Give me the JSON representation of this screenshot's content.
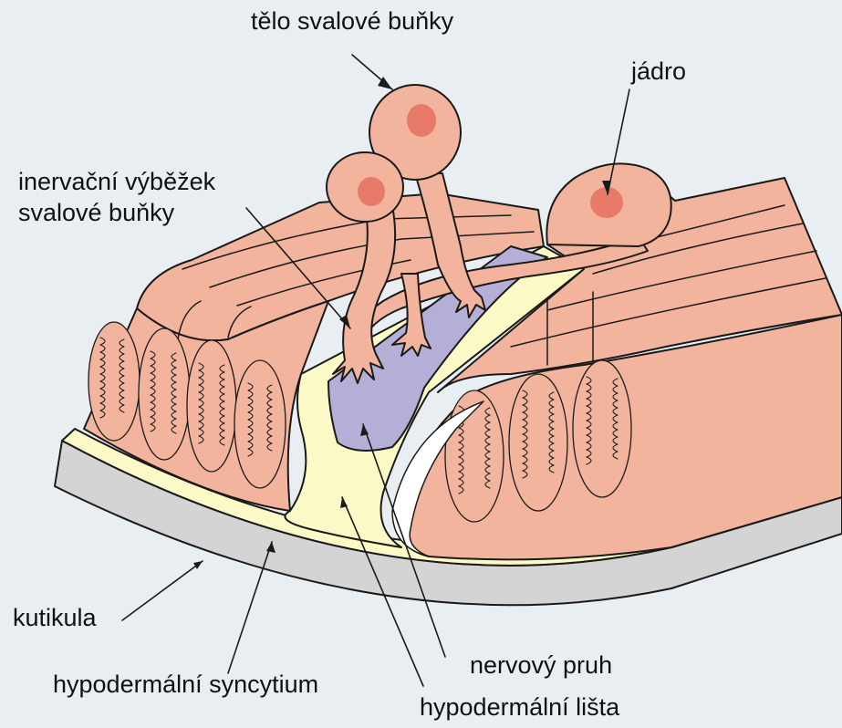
{
  "labels": {
    "muscle_cell_body": "tělo svalové buňky",
    "nucleus": "jádro",
    "innervation_process_line1": "inervační výběžek",
    "innervation_process_line2": "svalové buňky",
    "cuticle": "kutikula",
    "hypodermal_syncytium": "hypodermální syncytium",
    "nerve_cord": "nervový pruh",
    "hypodermal_ridge": "hypodermální lišta"
  },
  "colors": {
    "background": "#e9eef2",
    "muscle": "#f3b49e",
    "nucleus": "#e77a68",
    "hypodermis": "#fbfac6",
    "nerve_cord": "#b5aed6",
    "cuticle": "#d4d4d4",
    "outline": "#1a1a1a"
  }
}
